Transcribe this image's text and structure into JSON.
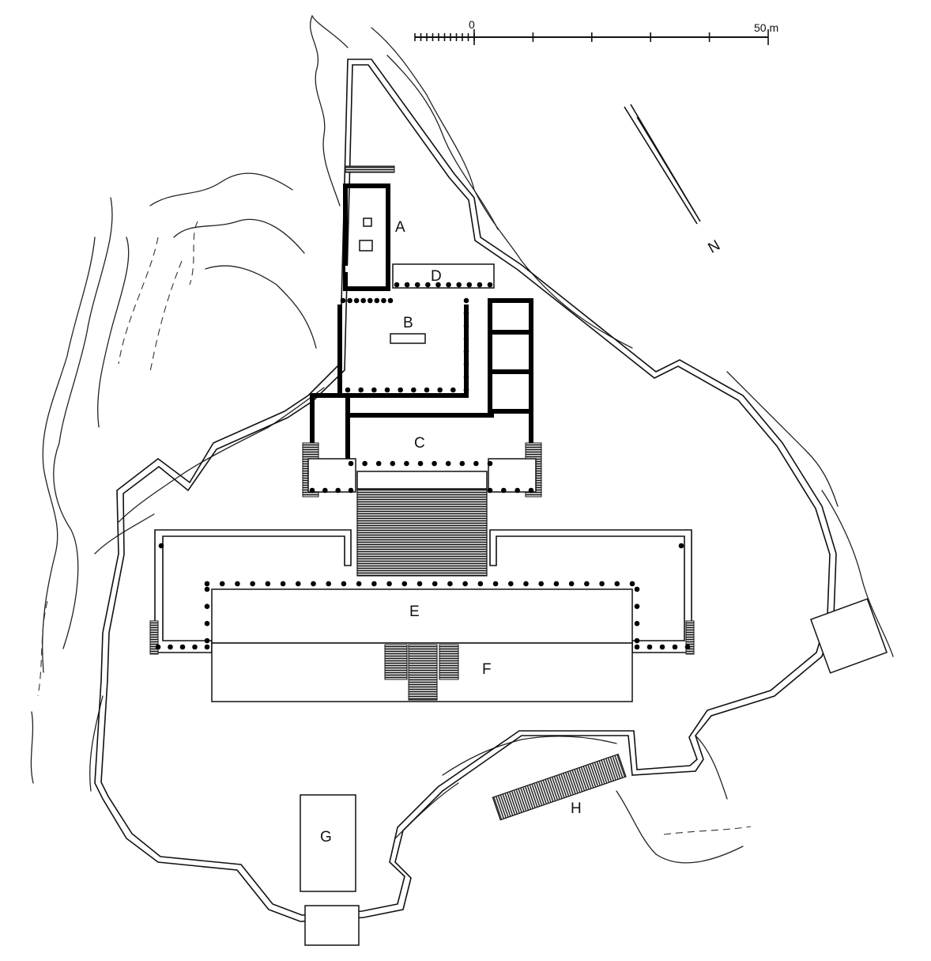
{
  "scale_bar": {
    "zero_label": "0",
    "end_label": "50 m"
  },
  "north_arrow": {
    "label": "N"
  },
  "labels": {
    "A": "A",
    "B": "B",
    "C": "C",
    "D": "D",
    "E": "E",
    "F": "F",
    "G": "G",
    "H": "H"
  },
  "colors": {
    "ink": "#111111",
    "paper": "#ffffff"
  }
}
